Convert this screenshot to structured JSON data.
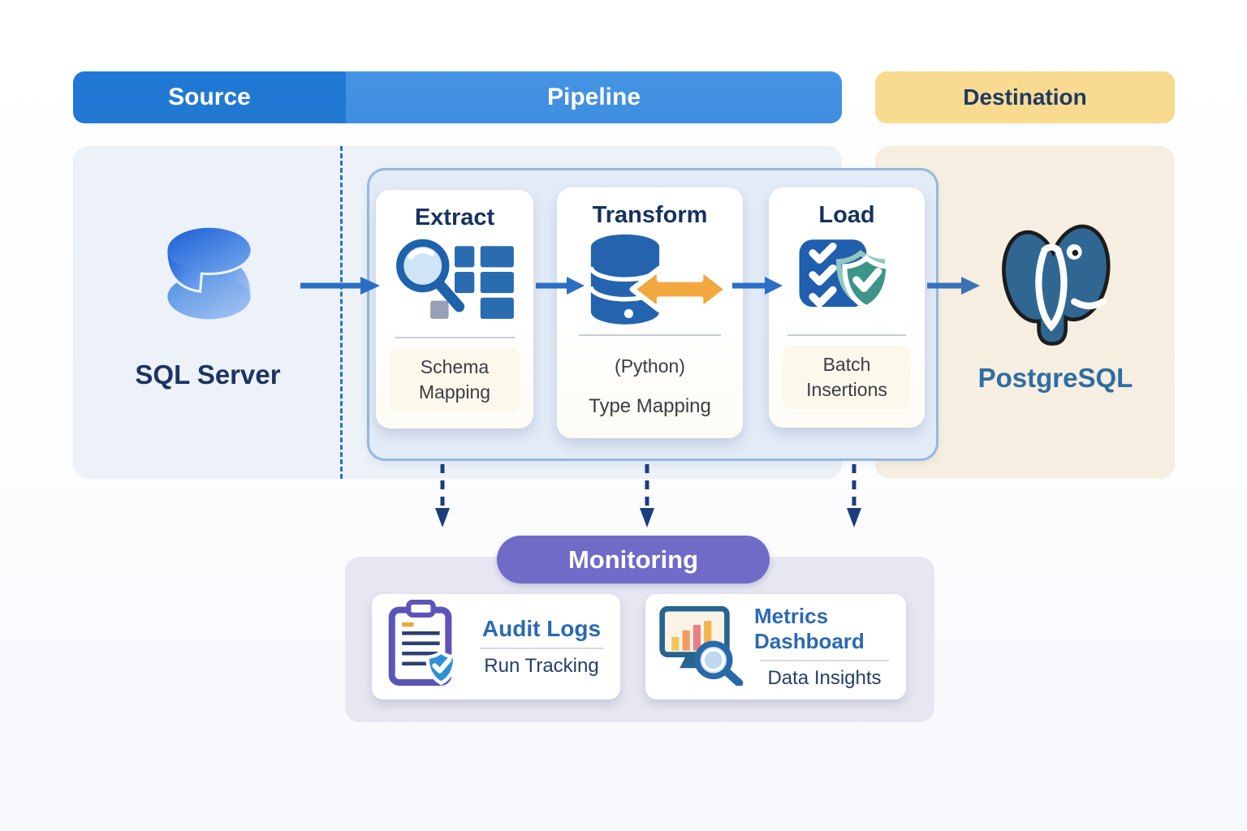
{
  "headers": {
    "source": "Source",
    "pipeline": "Pipeline",
    "destination": "Destination"
  },
  "source": {
    "name": "SQL Server",
    "icon": "sql-server-logo"
  },
  "destination": {
    "name": "PostgreSQL",
    "icon": "postgresql-logo"
  },
  "pipeline": {
    "stages": [
      {
        "title": "Extract",
        "subtitle": "Schema Mapping",
        "icon": "search-table-icon"
      },
      {
        "title": "Transform",
        "subtitle": "(Python)",
        "subtitle2": "Type Mapping",
        "icon": "database-transform-icon"
      },
      {
        "title": "Load",
        "subtitle": "Batch Insertions",
        "icon": "checklist-shield-icon"
      }
    ]
  },
  "monitoring": {
    "title": "Monitoring",
    "cards": [
      {
        "title": "Audit Logs",
        "subtitle": "Run Tracking",
        "icon": "clipboard-check-icon"
      },
      {
        "title": "Metrics Dashboard",
        "subtitle": "Data Insights",
        "icon": "metrics-magnifier-icon"
      }
    ]
  },
  "colors": {
    "source_header": "#2176d6",
    "pipeline_header": "#4292e2",
    "destination_header": "#f8db90",
    "arrow_blue": "#2a6fc4",
    "dashed_navy": "#1d3c7c",
    "monitoring_purple": "#6f6bc7",
    "card_title_navy": "#16325e",
    "postgres_blue": "#2f6792",
    "transform_arrow_orange": "#f3a73f"
  }
}
